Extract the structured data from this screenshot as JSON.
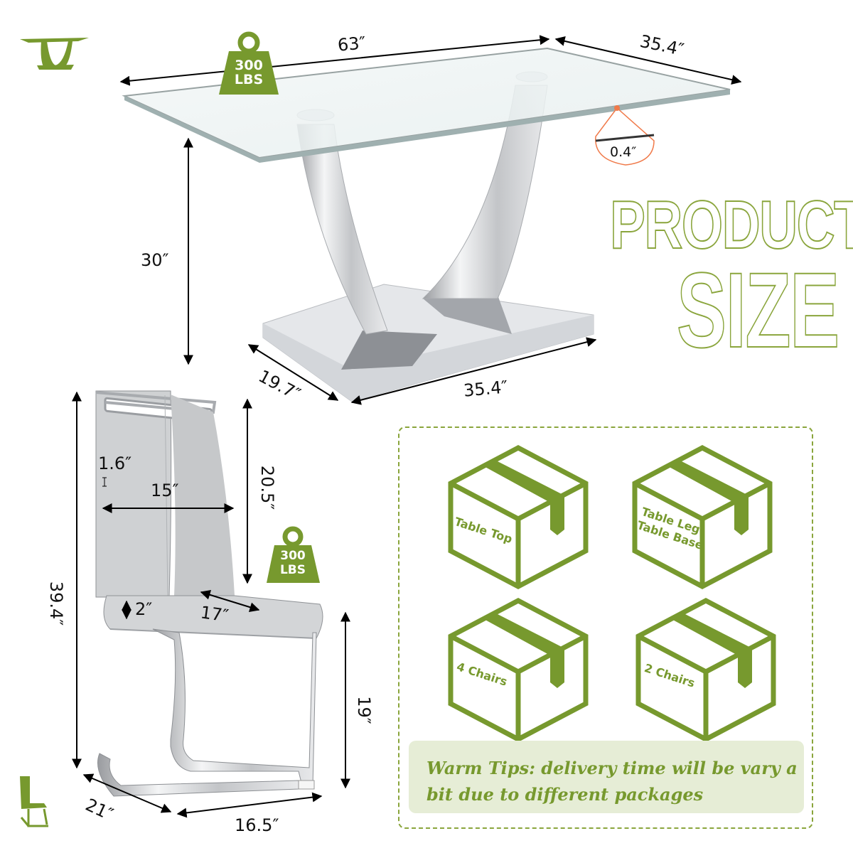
{
  "colors": {
    "accent_green": "#77992e",
    "tips_background": "#e6edd6",
    "glass_edge_marker": "#f07a4a",
    "chair_upholstery": "#c9cbcd"
  },
  "icons": {
    "table_icon": "table-silhouette-icon",
    "chair_icon": "chair-silhouette-icon",
    "weight_icon": "weight-icon",
    "package_icon": "box-icon"
  },
  "title": {
    "line1": "PRODUCT",
    "line2": "SIZE"
  },
  "table": {
    "weight_badge": {
      "value": "300",
      "unit": "LBS"
    },
    "length": "63″",
    "width": "35.4″",
    "glass_thickness": "0.4″",
    "height": "30″",
    "base_width": "19.7″",
    "base_length": "35.4″"
  },
  "chair": {
    "weight_badge": {
      "value": "300",
      "unit": "LBS"
    },
    "total_height": "39.4″",
    "handle_height": "1.6″",
    "back_width": "15″",
    "back_height": "20.5″",
    "cushion_thickness": "2″",
    "seat_depth": "17″",
    "seat_height": "19″",
    "depth": "21″",
    "width": "16.5″"
  },
  "packages": [
    {
      "label_lines": [
        "Table Top"
      ]
    },
    {
      "label_lines": [
        "Table Leg",
        "Table Base"
      ]
    },
    {
      "label_lines": [
        "4 Chairs"
      ]
    },
    {
      "label_lines": [
        "2 Chairs"
      ]
    }
  ],
  "tips": {
    "text": "Warm Tips: delivery time will be vary a bit due to different packages"
  }
}
